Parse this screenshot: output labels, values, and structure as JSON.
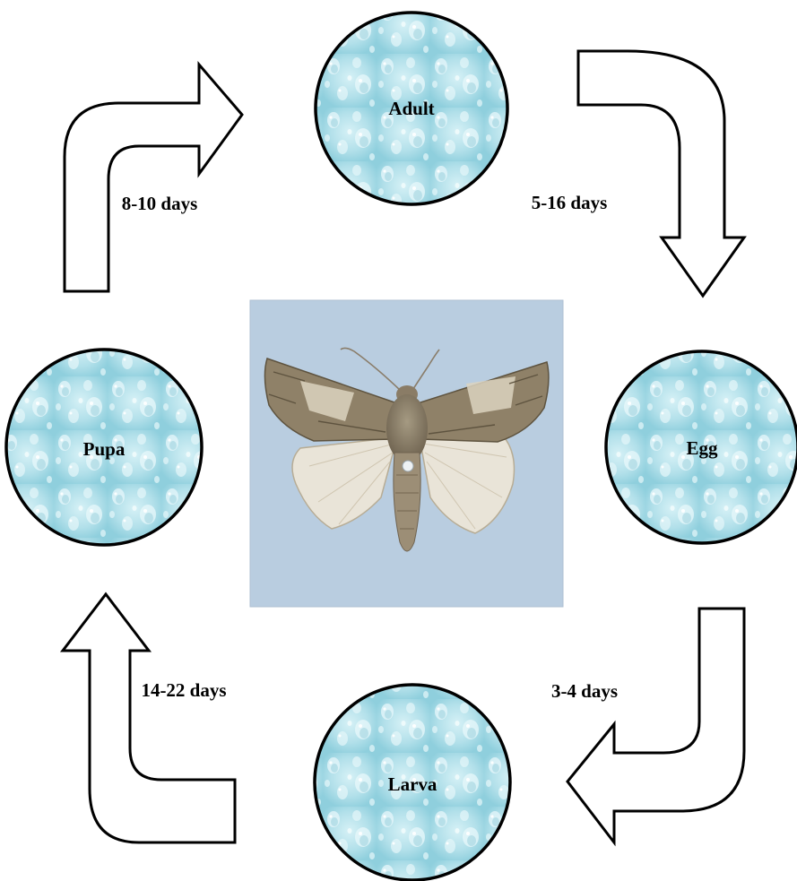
{
  "stages": {
    "adult": "Adult",
    "egg": "Egg",
    "larva": "Larva",
    "pupa": "Pupa"
  },
  "durations": {
    "adult_to_egg": "5-16 days",
    "egg_to_larva": "3-4 days",
    "larva_to_pupa": "14-22 days",
    "pupa_to_adult": "8-10 days"
  },
  "colors": {
    "circle_fill": "#b4e0ea",
    "circle_outline": "#000000",
    "arrow_fill": "#ffffff",
    "photo_background": "#b9cde0"
  },
  "center_image": "moth-photo"
}
